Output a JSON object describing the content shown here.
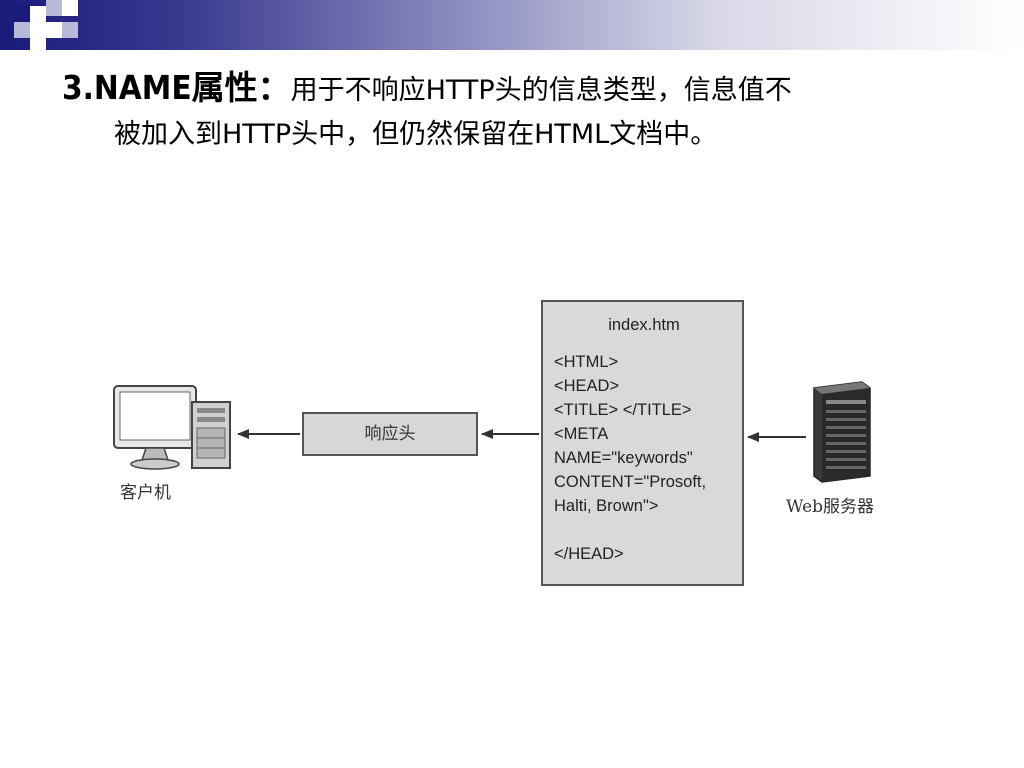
{
  "slide": {
    "heading_lead": "3.NAME属性：",
    "heading_line1_rest": "用于不响应HTTP头的信息类型，信息值不",
    "heading_line2": "被加入到HTTP头中，但仍然保留在HTML文档中。"
  },
  "diagram": {
    "client_label": "客户机",
    "response_header_label": "响应头",
    "document": {
      "filename": "index.htm",
      "lines": [
        "<HTML>",
        "<HEAD>",
        "<TITLE> </TITLE>",
        "<META",
        "NAME=\"keywords\"",
        "CONTENT=\"Prosoft,",
        "Halti, Brown\">",
        "",
        "</HEAD>"
      ]
    },
    "server_label": "Web服务器"
  },
  "colors": {
    "band_dark": "#1a1a7a",
    "box_fill": "#d9d9d9",
    "box_border": "#555555"
  }
}
